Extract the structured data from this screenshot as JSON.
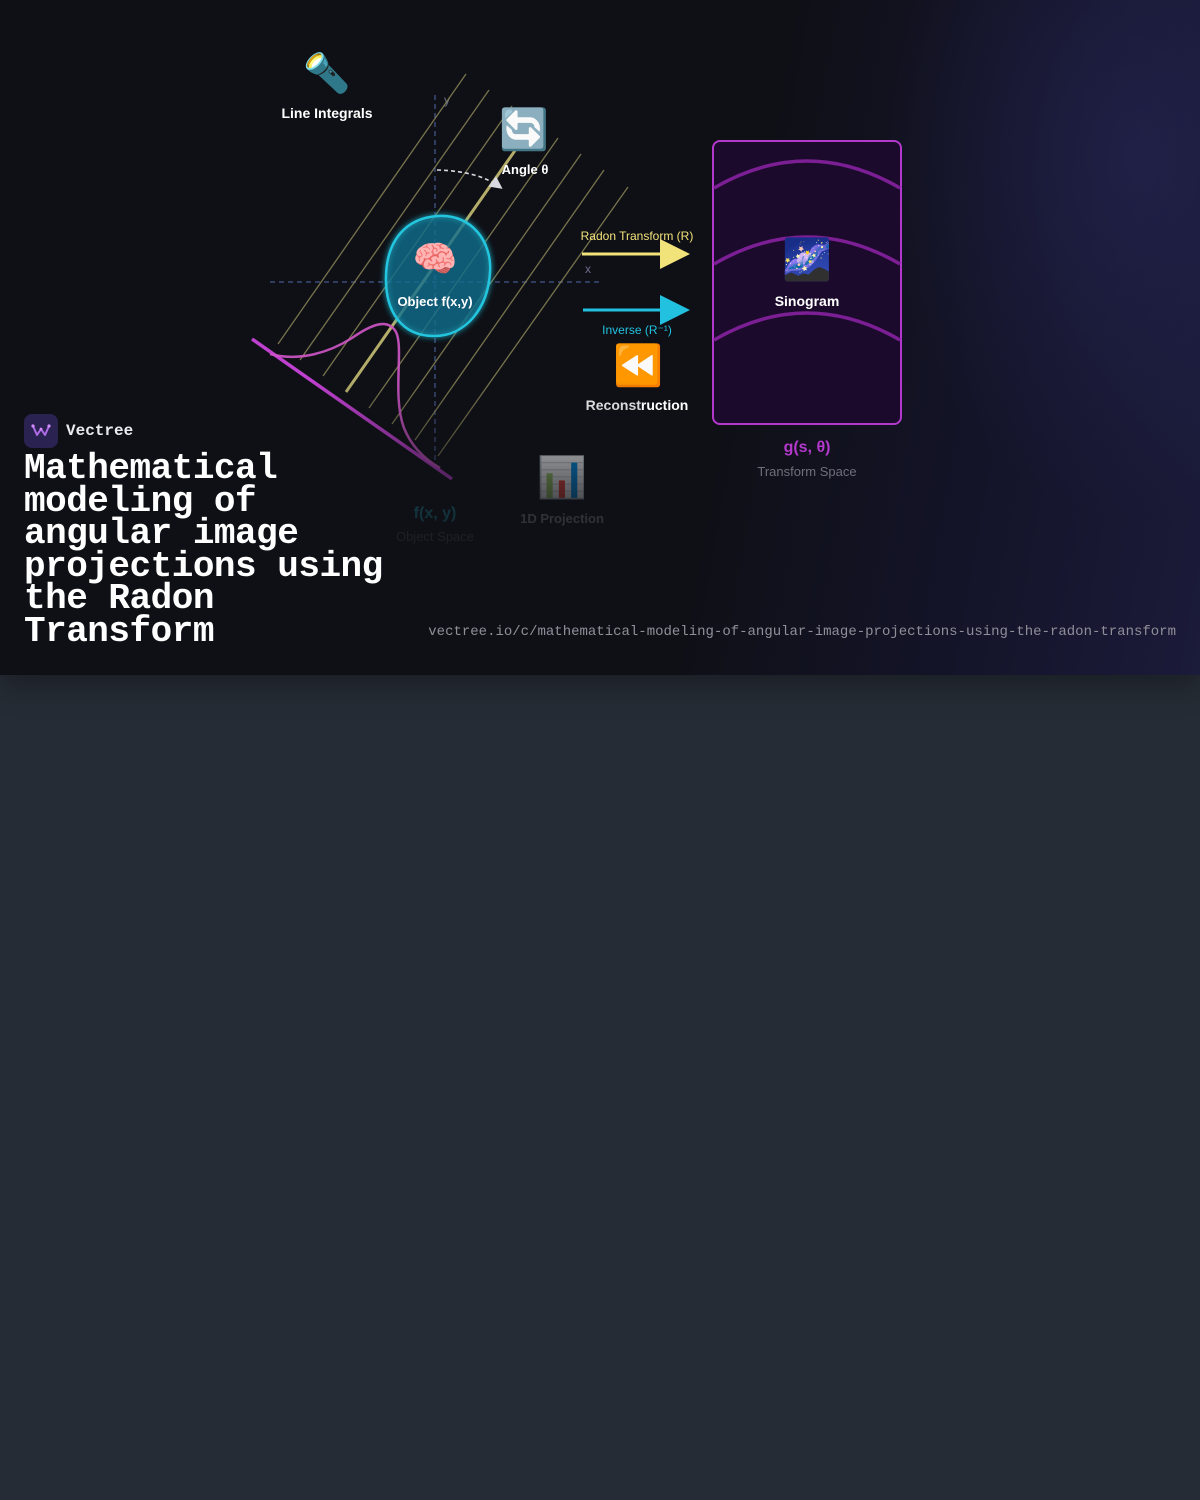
{
  "diagram": {
    "line_integrals_label": "Line Integrals",
    "angle_label": "Angle θ",
    "axis_y": "y",
    "axis_x": "x",
    "object_label": "Object f(x,y)",
    "radon_transform_label": "Radon Transform (R)",
    "inverse_label": "Inverse (R⁻¹)",
    "reconstruction_label": "Reconstruction",
    "sinogram_label": "Sinogram",
    "sinogram_function": "g(s, θ)",
    "transform_space_label": "Transform Space",
    "object_function": "f(x, y)",
    "object_space_label": "Object Space",
    "projection_label": "1D Projection",
    "icons": {
      "line_integrals": "flashlight-icon",
      "angle": "rotate-arrows-icon",
      "object": "brain-icon",
      "reconstruction": "rewind-icon",
      "sinogram": "galaxy-icon",
      "projection": "bar-chart-icon"
    },
    "colors": {
      "object_outline": "#22c7df",
      "rays": "#8a8656",
      "radon_arrow": "#f2e27a",
      "inverse_arrow": "#22c1e0",
      "projection_curve": "#c040d0",
      "sinogram_border": "#b338cc",
      "sinogram_fill": "#1c0a2c"
    }
  },
  "branding": {
    "name": "Vectree",
    "title": "Mathematical modeling of angular image projections using the Radon Transform",
    "url": "vectree.io/c/mathematical-modeling-of-angular-image-projections-using-the-radon-transform"
  }
}
